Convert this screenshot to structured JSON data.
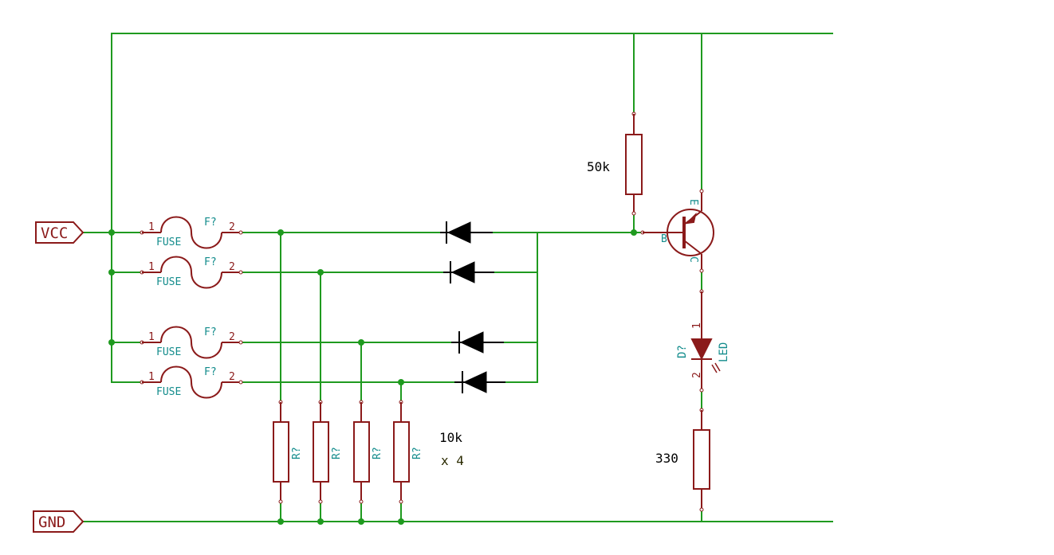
{
  "nets": {
    "vcc": "VCC",
    "gnd": "GND"
  },
  "fuses": [
    {
      "pin1": "1",
      "pin2": "2",
      "ref": "F?",
      "value": "FUSE"
    },
    {
      "pin1": "1",
      "pin2": "2",
      "ref": "F?",
      "value": "FUSE"
    },
    {
      "pin1": "1",
      "pin2": "2",
      "ref": "F?",
      "value": "FUSE"
    },
    {
      "pin1": "1",
      "pin2": "2",
      "ref": "F?",
      "value": "FUSE"
    }
  ],
  "pulldowns": {
    "refs": [
      "R?",
      "R?",
      "R?",
      "R?"
    ],
    "value": "10k",
    "count": "x 4"
  },
  "bias_resistor": {
    "value": "50k"
  },
  "led_resistor": {
    "value": "330"
  },
  "transistor": {
    "pin_b": "B",
    "pin_c": "C",
    "pin_e": "E"
  },
  "led": {
    "ref": "D?",
    "value": "LED",
    "pin1": "1",
    "pin2": "2"
  },
  "colors": {
    "wire": "#1f9a1f",
    "component": "#8b1a1a",
    "label": "#138c8c",
    "diode": "#000000"
  }
}
